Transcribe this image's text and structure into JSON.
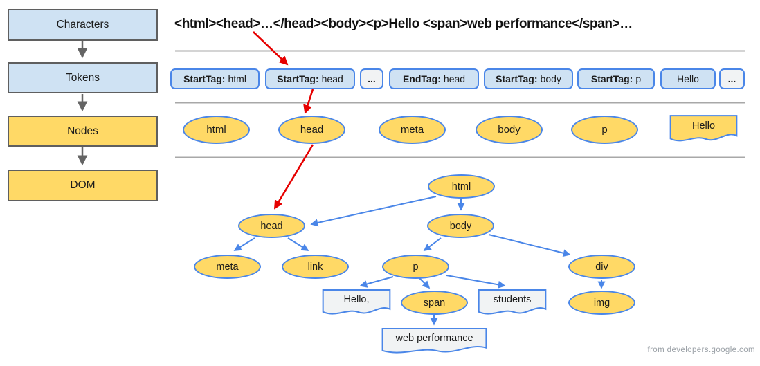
{
  "pipeline": {
    "steps": [
      {
        "label": "Characters"
      },
      {
        "label": "Tokens"
      },
      {
        "label": "Nodes"
      },
      {
        "label": "DOM"
      }
    ]
  },
  "source_markup": "<html><head>…</head><body><p>Hello <span>web performance</span>…",
  "tokens": [
    {
      "bold": "StartTag:",
      "rest": "html"
    },
    {
      "bold": "StartTag:",
      "rest": "head"
    },
    {
      "label": "..."
    },
    {
      "bold": "EndTag:",
      "rest": "head"
    },
    {
      "bold": "StartTag:",
      "rest": "body"
    },
    {
      "bold": "StartTag:",
      "rest": "p"
    },
    {
      "label": "Hello"
    },
    {
      "label": "..."
    }
  ],
  "nodes_row": {
    "html": "html",
    "head": "head",
    "meta": "meta",
    "body": "body",
    "p": "p",
    "hello_text": "Hello"
  },
  "dom_tree": {
    "html": "html",
    "head": "head",
    "body": "body",
    "meta": "meta",
    "link": "link",
    "p": "p",
    "div": "div",
    "span": "span",
    "img": "img",
    "text_hello": "Hello,",
    "text_students": "students",
    "text_webperf": "web performance"
  },
  "footer": {
    "credit": "from developers.google.com"
  },
  "colors": {
    "light_blue_fill": "#cfe2f3",
    "yellow_fill": "#ffd966",
    "blue_border": "#4a86e8",
    "gray_border": "#5f5f5f",
    "red_arrow": "#e60000",
    "divider_gray": "#a8a8a8",
    "text_node_fill": "#f1f3f4"
  }
}
